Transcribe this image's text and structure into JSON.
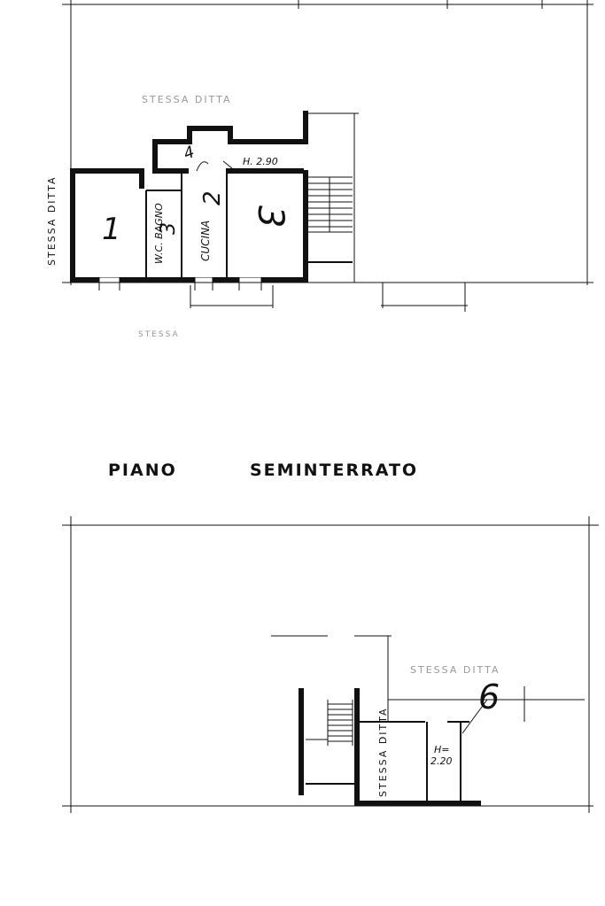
{
  "upper_plan": {
    "label_top": "STESSA DITTA",
    "label_left": "STESSA DITTA",
    "label_bottom": "STESSA",
    "room_1": "1",
    "room_wc": "W.C. BAGNO",
    "room_wc_num": "3",
    "room_kitchen": "CUCINA",
    "room_kitchen_num": "2",
    "room_3": "3",
    "height_note": "H. 2.90",
    "corridor_num": "4"
  },
  "section_title": {
    "left": "PIANO",
    "right": "SEMINTERRATO"
  },
  "lower_plan": {
    "label_top": "STESSA DITTA",
    "label_vertical": "STESSA DITTA",
    "height_note_h": "H=",
    "height_note_val": "2.20",
    "room_num": "6"
  }
}
